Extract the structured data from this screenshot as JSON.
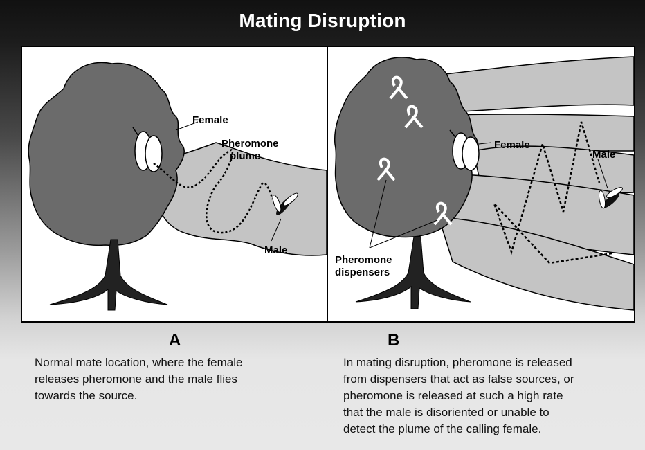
{
  "title": "Mating Disruption",
  "panel_a": {
    "letter": "A",
    "label_female": "Female",
    "label_plume_1": "Pheromone",
    "label_plume_2": "plume",
    "label_male": "Male",
    "caption_lines": [
      "Normal mate location, where the female",
      "releases pheromone and the male flies",
      "towards the source."
    ]
  },
  "panel_b": {
    "letter": "B",
    "label_female": "Female",
    "label_male": "Male",
    "label_dispensers_1": "Pheromone",
    "label_dispensers_2": "dispensers",
    "caption_lines": [
      "In mating disruption, pheromone is released",
      "from dispensers that act as false sources, or",
      "pheromone is released at such a high rate",
      "that the male is disoriented or unable to",
      "detect the plume of the calling female."
    ]
  },
  "colors": {
    "tree": "#6b6b6b",
    "plume": "#c4c4c4",
    "outline": "#000000"
  }
}
